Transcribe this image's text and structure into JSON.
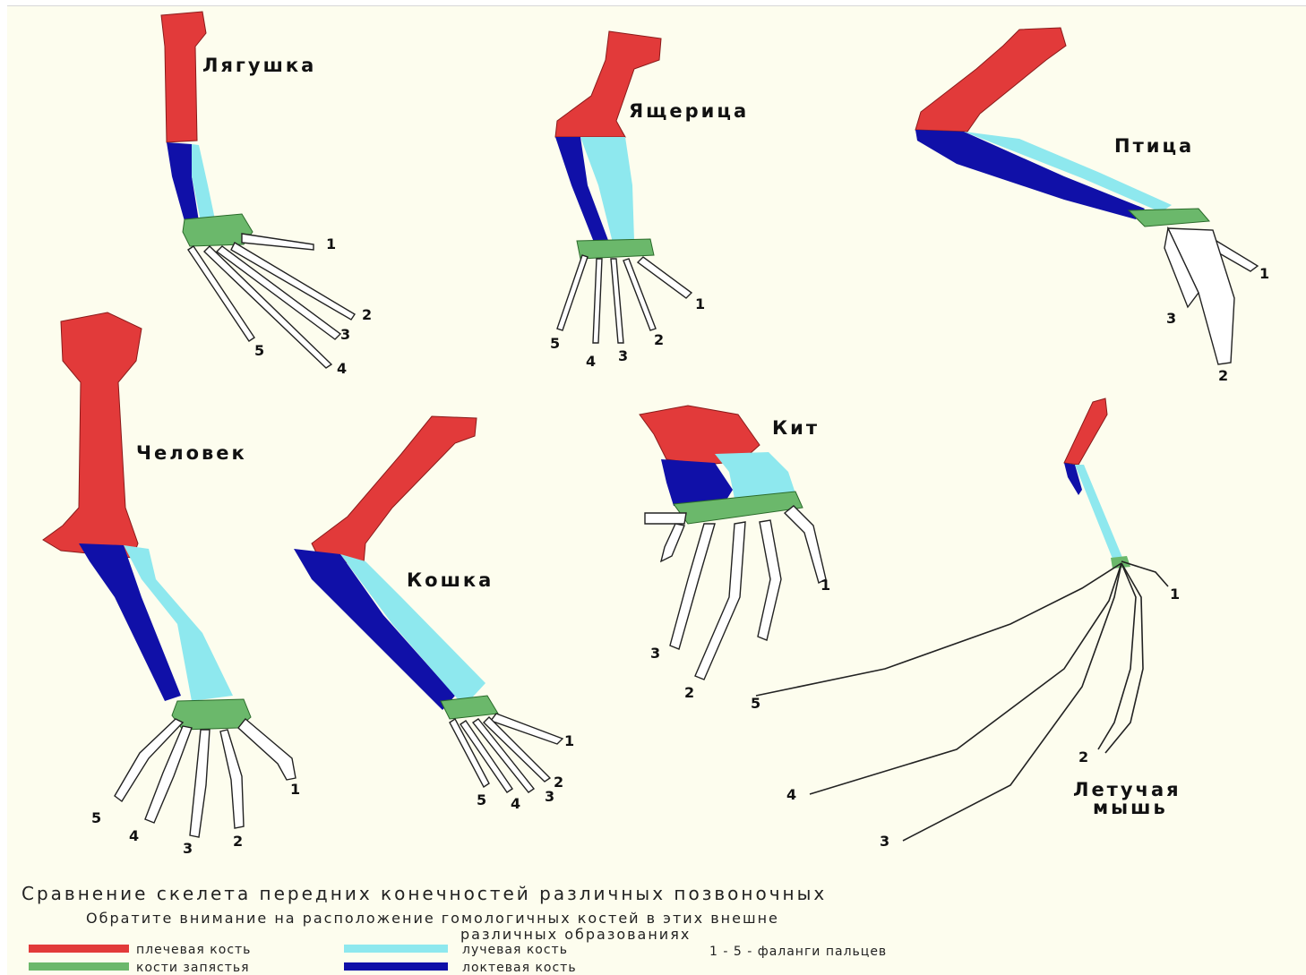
{
  "colors": {
    "humerus": "#e23a3a",
    "radius": "#8ee8ee",
    "ulna": "#1010a8",
    "carpals": "#6bb86b",
    "background": "#fdfdee"
  },
  "labels": {
    "frog": "Лягушка",
    "lizard": "Ящерица",
    "bird": "Птица",
    "human": "Человек",
    "cat": "Кошка",
    "whale": "Кит",
    "bat_line1": "Летучая",
    "bat_line2": "мышь"
  },
  "digits": [
    "1",
    "2",
    "3",
    "4",
    "5"
  ],
  "caption": {
    "title": "Сравнение скелета передних конечностей различных позвоночных",
    "note_line1": "Обратите внимание на расположение гомологичных костей в этих внешне",
    "note_line2": "различных образованиях"
  },
  "legend": {
    "humerus": "плечевая кость",
    "radius": "лучевая кость",
    "carpals": "кости запястья",
    "ulna": "локтевая кость",
    "phalanges": "1 - 5 - фаланги пальцев"
  }
}
